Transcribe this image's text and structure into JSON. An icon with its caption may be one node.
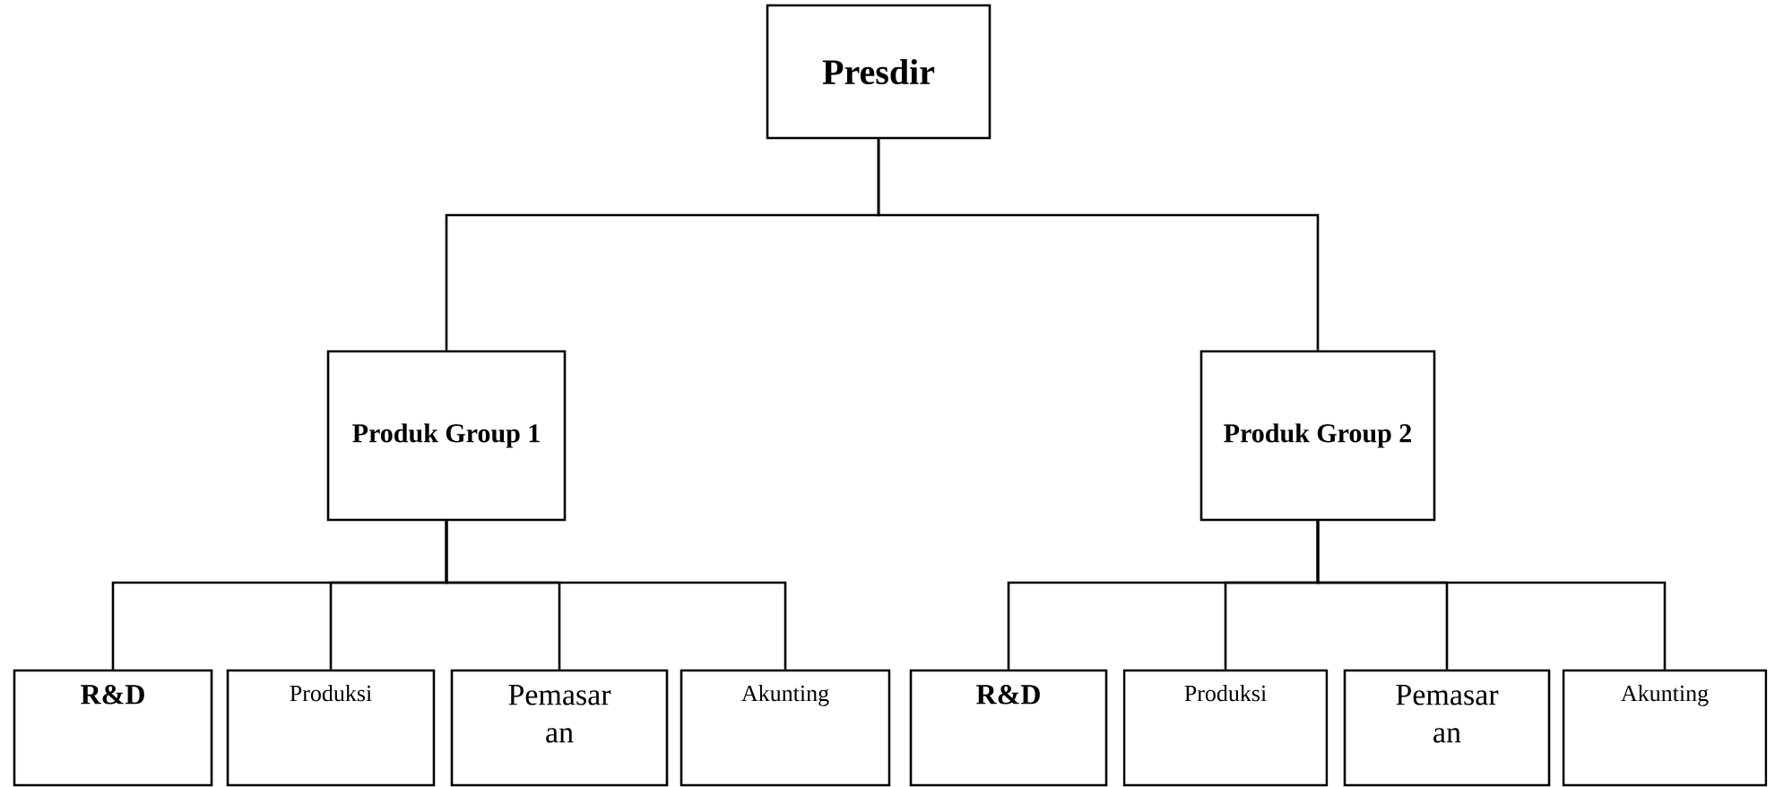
{
  "diagram": {
    "nodes": [
      {
        "text": [
          "Presdir"
        ]
      },
      {
        "text": [
          "Produk Group 1"
        ]
      },
      {
        "text": [
          "Produk Group 2"
        ]
      },
      {
        "text": [
          "R&D"
        ]
      },
      {
        "text": [
          "Produksi"
        ]
      },
      {
        "text": [
          "Pemasar an"
        ]
      },
      {
        "text": [
          "Akunting"
        ]
      },
      {
        "text": [
          "R&D"
        ]
      },
      {
        "text": [
          "Produksi"
        ]
      },
      {
        "text": [
          "Pemasar an"
        ]
      },
      {
        "text": [
          "Akunting"
        ]
      }
    ],
    "edges": [
      {
        "from": 0,
        "to": 1,
        "arrow": "none"
      },
      {
        "from": 0,
        "to": 2,
        "arrow": "none"
      },
      {
        "from": 1,
        "to": 3,
        "arrow": "none"
      },
      {
        "from": 1,
        "to": 4,
        "arrow": "none"
      },
      {
        "from": 1,
        "to": 5,
        "arrow": "none"
      },
      {
        "from": 1,
        "to": 6,
        "arrow": "none"
      },
      {
        "from": 2,
        "to": 7,
        "arrow": "none"
      },
      {
        "from": 2,
        "to": 8,
        "arrow": "none"
      },
      {
        "from": 2,
        "to": 9,
        "arrow": "none"
      },
      {
        "from": 2,
        "to": 10,
        "arrow": "none"
      }
    ]
  }
}
